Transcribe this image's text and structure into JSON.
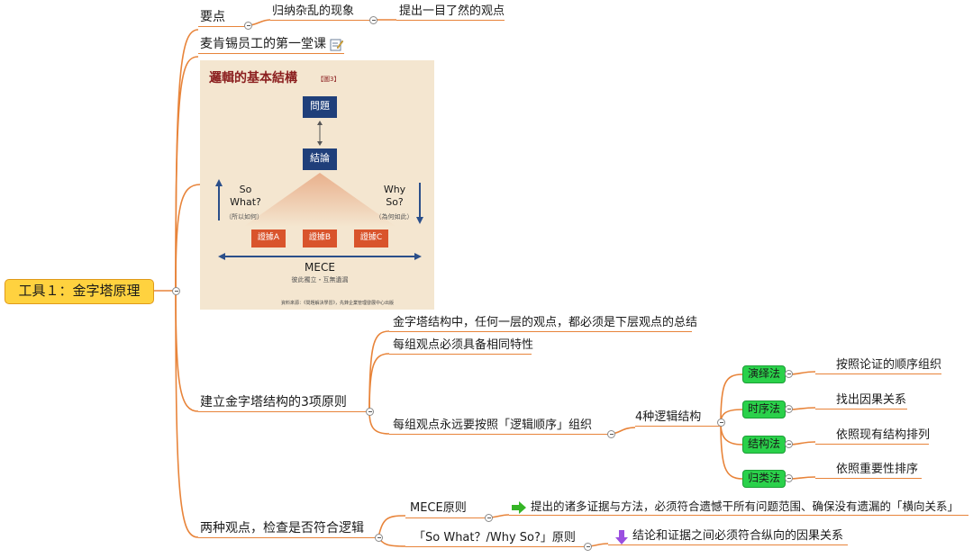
{
  "root": {
    "label": "工具１：金字塔原理"
  },
  "branches": {
    "key_points": {
      "label": "要点",
      "child": "归纳杂乱的现象",
      "grandchild": "提出一目了然的观点"
    },
    "first_lesson": {
      "label": "麦肯锡员工的第一堂课"
    },
    "principles": {
      "label": "建立金字塔结构的3项原则",
      "items": [
        "金字塔结构中，任何一层的观点，都必须是下层观点的总结",
        "每组观点必须具备相同特性",
        "每组观点永远要按照「逻辑顺序」组织"
      ],
      "logic": {
        "label": "4种逻辑结构",
        "methods": [
          {
            "name": "演绎法",
            "desc": "按照论证的顺序组织"
          },
          {
            "name": "时序法",
            "desc": "找出因果关系"
          },
          {
            "name": "结构法",
            "desc": "依照现有结构排列"
          },
          {
            "name": "归类法",
            "desc": "依照重要性排序"
          }
        ]
      }
    },
    "check": {
      "label": "两种观点，检查是否符合逻辑",
      "mece": {
        "label": "MECE原则",
        "desc": "提出的诸多证据与方法，必须符合遗憾干所有问题范围、确保没有遗漏的「横向关系」"
      },
      "sowhat": {
        "label": "「So What？/Why So?」原则",
        "desc": "结论和证据之间必须符合纵向的因果关系"
      }
    }
  },
  "image": {
    "title": "邏輯的基本結構",
    "tag": "【圖3】",
    "question": "問題",
    "conclusion": "結論",
    "evidence": [
      "證據A",
      "證據B",
      "證據C"
    ],
    "so_what": "So What?",
    "so_what_sub": "（所以如何）",
    "why_so": "Why So?",
    "why_so_sub": "（為何如此）",
    "mece": "MECE",
    "mece_sub": "彼此獨立・互無遺漏",
    "footer": "資料來源：《問題解決學習》，先鋒企業管理發展中心出版"
  },
  "colors": {
    "branch": "#e8843a",
    "root_fill": "#ffd23f",
    "method_fill": "#2ad14a",
    "navy": "#1f3f7a",
    "evidence": "#d9542c"
  }
}
